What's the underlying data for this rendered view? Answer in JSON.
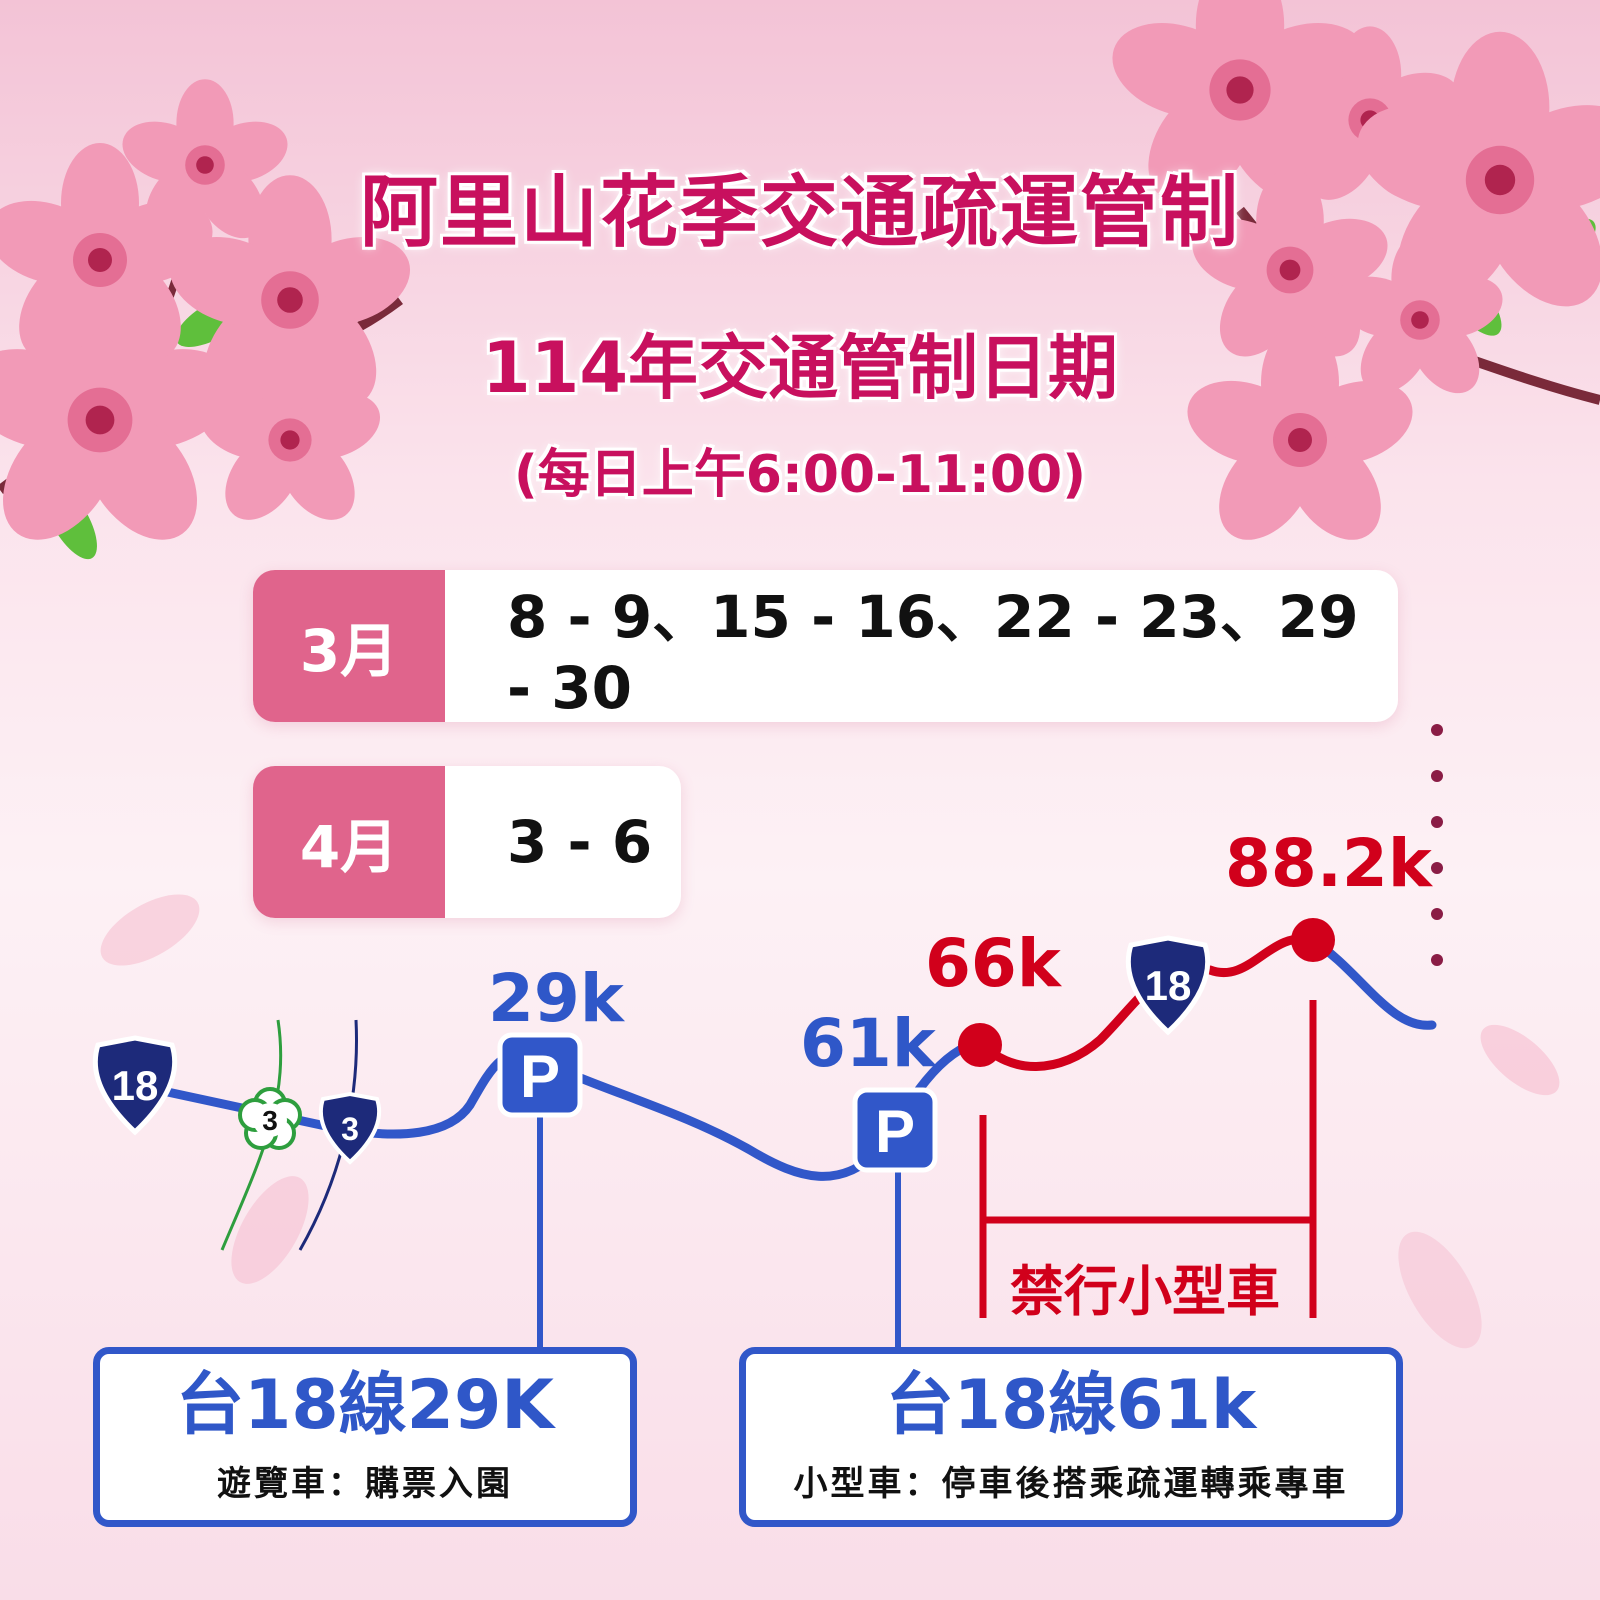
{
  "colors": {
    "title": "#c8105e",
    "month_badge": "#e0648c",
    "route_blue": "#3157c9",
    "restricted_red": "#d1001b"
  },
  "title": "阿里山花季交通疏運管制",
  "subtitle": "114年交通管制日期",
  "time_note": "(每日上午6:00-11:00)",
  "schedule": [
    {
      "month": "3月",
      "dates": "8 - 9、15 - 16、22 - 23、29 - 30"
    },
    {
      "month": "4月",
      "dates": "3 - 6"
    }
  ],
  "map": {
    "shields": {
      "route18": "18",
      "route3": "3",
      "county3": "3"
    },
    "parking_symbol": "P",
    "markers": {
      "k29": "29k",
      "k61": "61k",
      "k66": "66k",
      "k882": "88.2k"
    },
    "restriction": "禁行小型車",
    "icons": [
      "route-18-shield-icon",
      "route-3-shield-icon",
      "county-3-flower-icon",
      "parking-icon",
      "cherry-blossom-icon"
    ]
  },
  "info_boxes": [
    {
      "title": "台18線29K",
      "desc": "遊覽車：購票入園"
    },
    {
      "title": "台18線61k",
      "desc": "小型車：停車後搭乘疏運轉乘專車"
    }
  ]
}
